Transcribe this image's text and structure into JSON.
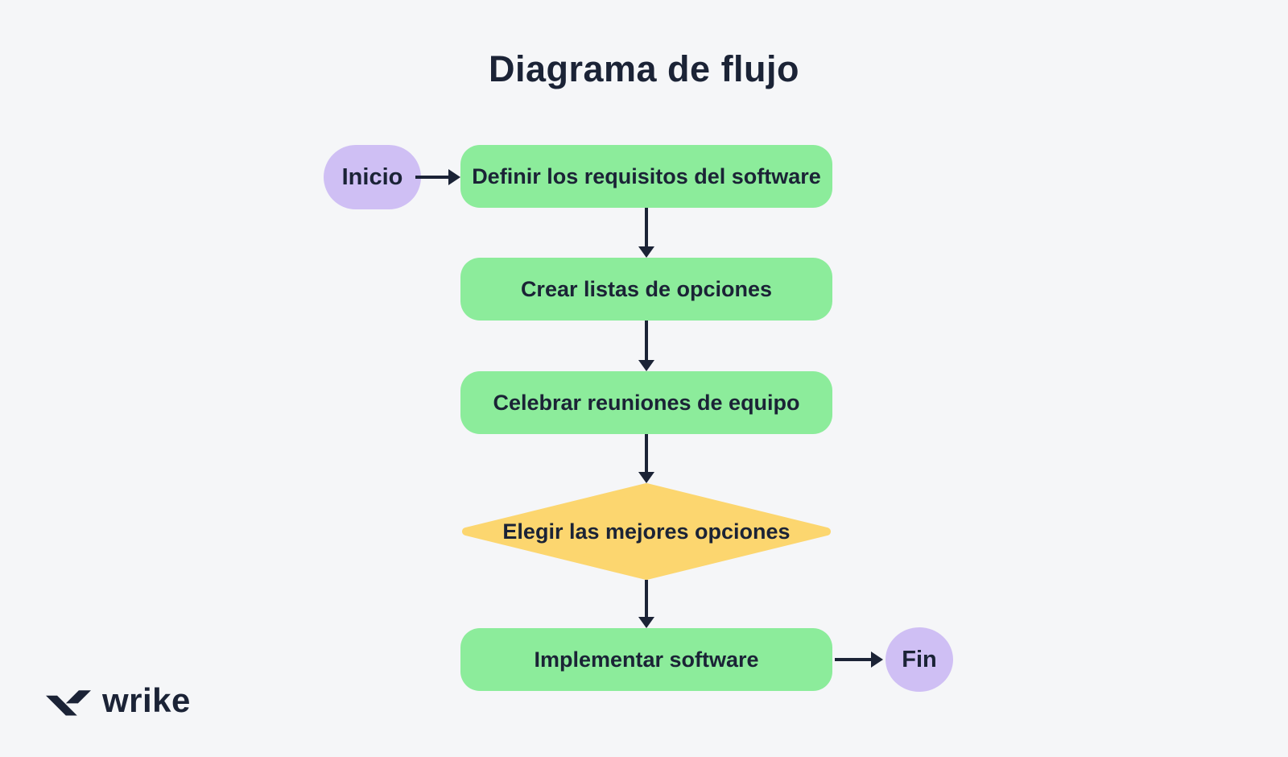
{
  "title": "Diagrama de flujo",
  "flowchart": {
    "start": {
      "label": "Inicio",
      "shape": "rounded-pill"
    },
    "steps": [
      {
        "label": "Definir los requisitos del software",
        "type": "process"
      },
      {
        "label": "Crear listas de opciones",
        "type": "process"
      },
      {
        "label": "Celebrar reuniones de equipo",
        "type": "process"
      },
      {
        "label": "Elegir las mejores opciones",
        "type": "decision"
      },
      {
        "label": "Implementar software",
        "type": "process"
      }
    ],
    "end": {
      "label": "Fin",
      "shape": "circle"
    }
  },
  "branding": {
    "logo_text": "wrike",
    "logo_icon": "wrike-double-check-icon"
  },
  "colors": {
    "background": "#f5f6f8",
    "process_green": "#8cec9b",
    "terminal_purple": "#cfbff4",
    "decision_yellow": "#fcd66f",
    "ink_navy": "#1b2336"
  }
}
